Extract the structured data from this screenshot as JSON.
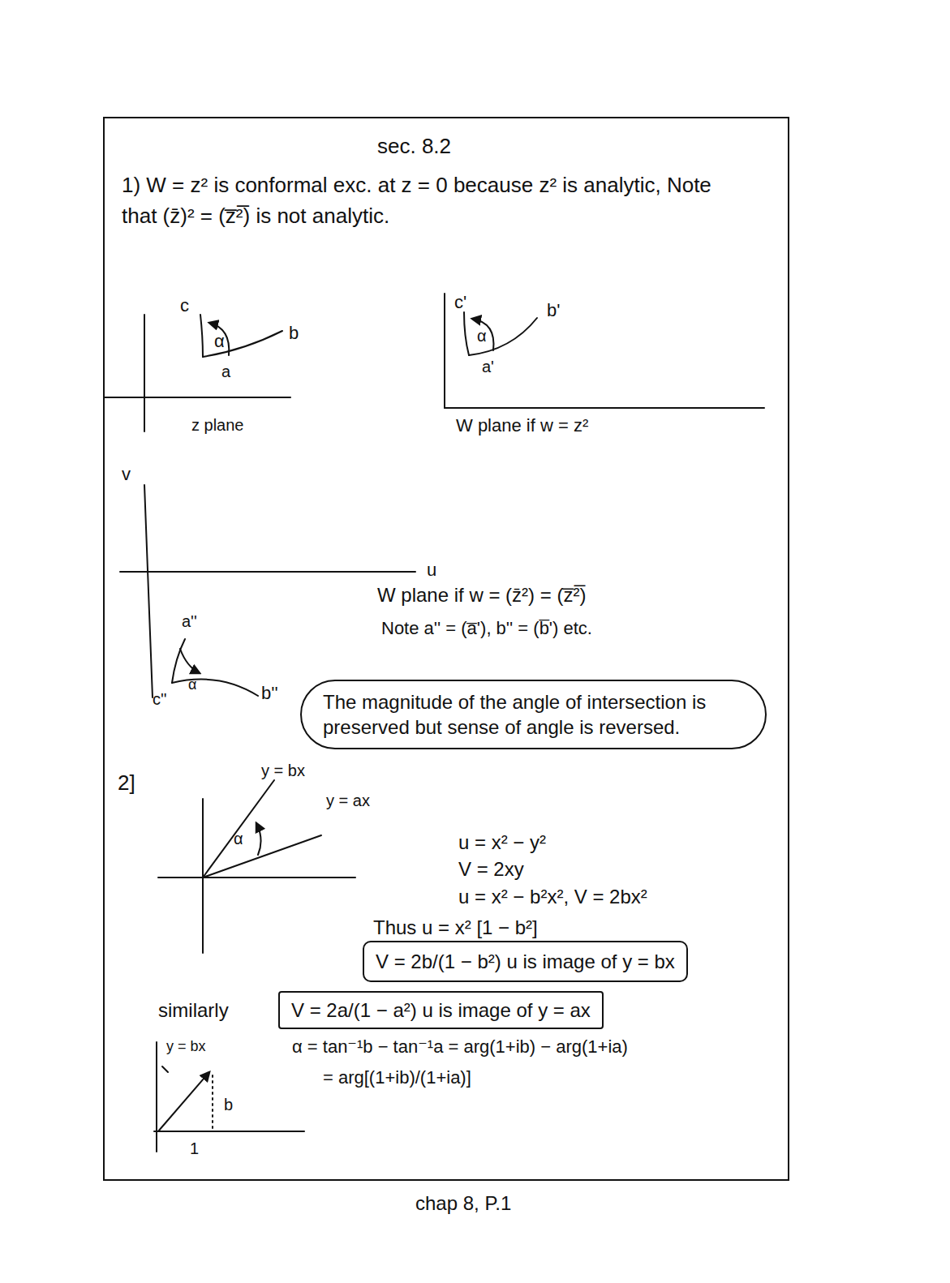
{
  "diagram": {
    "title": "sec. 8.2",
    "caption": "chap 8, P.1",
    "nodes": [
      {
        "text": [
          "The magnitude of the angle of intersection is preserved but sense of angle is reversed."
        ]
      },
      {
        "text": [
          "V = 2b/(1 − b²) u is image of y = bx"
        ]
      },
      {
        "text": [
          "V = 2a/(1 − a²) u is image of y = ax"
        ]
      }
    ],
    "labels": [
      "1)  W = z² is conformal exc. at z = 0 because z² is analytic, Note that (z̄)² = (z̅²̅) is not analytic.",
      "c",
      "α",
      "b",
      "a",
      "z plane",
      "c'",
      "α",
      "b'",
      "a'",
      "W plane if w = z²",
      "v",
      "u",
      "a''",
      "c''",
      "α",
      "b''",
      "W plane if w = (z̄²) = (z̅²̅)",
      "Note a'' = (a̅'), b'' = (b̅') etc.",
      "2]",
      "y = bx",
      "y = ax",
      "α",
      "u = x² − y²",
      "V = 2xy",
      "u = x² − b²x², V = 2bx²",
      "Thus  u = x² [1 − b²]",
      "similarly",
      "y = bx",
      "b",
      "1",
      "α = tan⁻¹b − tan⁻¹a = arg(1+ib) − arg(1+ia)",
      "= arg[(1+ib)/(1+ia)]"
    ]
  }
}
